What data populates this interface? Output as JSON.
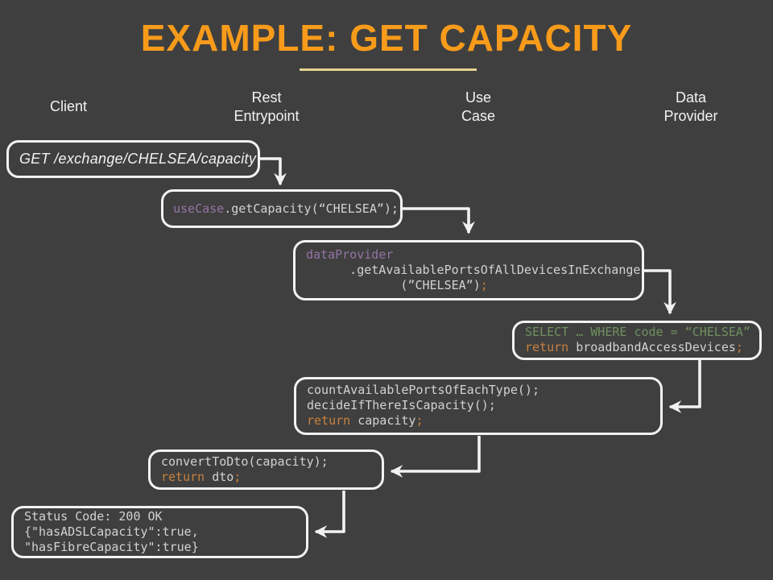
{
  "title": {
    "text": "EXAMPLE: GET CAPACITY"
  },
  "columns": [
    {
      "label": "Client"
    },
    {
      "label": "Rest\nEntrypoint"
    },
    {
      "label": "Use\nCase"
    },
    {
      "label": "Data\nProvider"
    }
  ],
  "boxes": {
    "client_request": {
      "lines": [
        [
          {
            "t": "GET /exchange/CHELSEA/capacity",
            "c": "req"
          }
        ]
      ]
    },
    "rest_entrypoint_call": {
      "lines": [
        [
          {
            "t": "useCase",
            "c": "purple"
          },
          {
            "t": ".getCapacity(“CHELSEA”);",
            "c": "plain"
          }
        ]
      ]
    },
    "use_case_call": {
      "lines": [
        [
          {
            "t": "dataProvider",
            "c": "purple"
          }
        ],
        [
          {
            "t": "      .getAvailablePortsOfAllDevicesInExchange",
            "c": "plain"
          }
        ],
        [
          {
            "t": "             (”CHELSEA”)",
            "c": "plain"
          },
          {
            "t": ";",
            "c": "orange"
          }
        ]
      ]
    },
    "data_provider_query": {
      "lines": [
        [
          {
            "t": "SELECT … WHERE code = “CHELSEA”",
            "c": "green"
          }
        ],
        [
          {
            "t": "return",
            "c": "orange"
          },
          {
            "t": " broadbandAccessDevices",
            "c": "plain"
          },
          {
            "t": ";",
            "c": "orange"
          }
        ]
      ]
    },
    "use_case_logic": {
      "lines": [
        [
          {
            "t": "countAvailablePortsOfEachType();",
            "c": "plain"
          }
        ],
        [
          {
            "t": "decideIfThereIsCapacity();",
            "c": "plain"
          }
        ],
        [
          {
            "t": "return",
            "c": "orange"
          },
          {
            "t": " capacity",
            "c": "plain"
          },
          {
            "t": ";",
            "c": "orange"
          }
        ]
      ]
    },
    "rest_entrypoint_response": {
      "lines": [
        [
          {
            "t": "convertToDto(capacity);",
            "c": "plain"
          }
        ],
        [
          {
            "t": "return",
            "c": "orange"
          },
          {
            "t": " dto",
            "c": "plain"
          },
          {
            "t": ";",
            "c": "orange"
          }
        ]
      ]
    },
    "client_response": {
      "lines": [
        [
          {
            "t": "Status Code: 200 OK",
            "c": "plain"
          }
        ],
        [
          {
            "t": "{\"hasADSLCapacity\":true,",
            "c": "plain"
          }
        ],
        [
          {
            "t": "\"hasFibreCapacity\":true}",
            "c": "plain"
          }
        ]
      ]
    }
  },
  "flow": [
    {
      "from": "client-request",
      "to": "rest-entrypoint-call"
    },
    {
      "from": "rest-entrypoint-call",
      "to": "use-case-call"
    },
    {
      "from": "use-case-call",
      "to": "data-provider-query"
    },
    {
      "from": "data-provider-query",
      "to": "use-case-logic"
    },
    {
      "from": "use-case-logic",
      "to": "rest-entrypoint-response"
    },
    {
      "from": "rest-entrypoint-response",
      "to": "client-response"
    }
  ],
  "colors": {
    "background": "#3f3f3f",
    "title": "#f89b1b",
    "underline": "#e6d492",
    "box_border": "#f2f2f2",
    "code_plain": "#d2d2d2",
    "code_purple": "#9474a4",
    "code_orange": "#c9803e",
    "code_green": "#6f905e"
  }
}
